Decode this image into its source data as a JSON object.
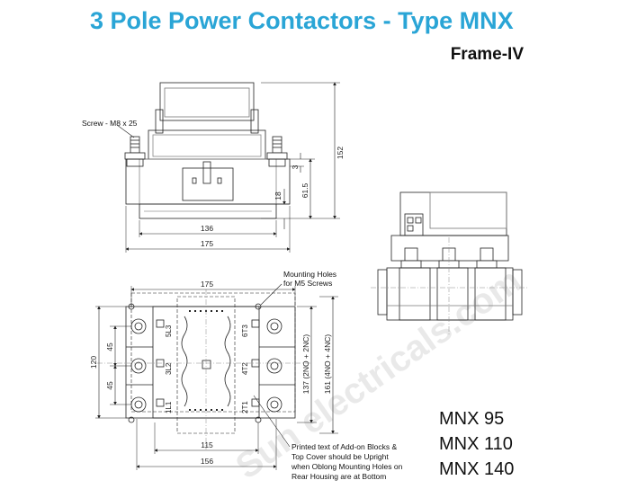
{
  "title": "3 Pole Power Contactors - Type MNX",
  "subtitle": "Frame-IV",
  "models": [
    "MNX 95",
    "MNX 110",
    "MNX 140"
  ],
  "watermark": "Sun electricals.com",
  "side_view": {
    "screw_label": "Screw - M8 x 25",
    "dim_height": "152",
    "dim_mid": "61.5",
    "dim_small": "3",
    "dim_base": "18",
    "dim_inner_width": "136",
    "dim_outer_width": "175"
  },
  "top_view": {
    "mounting_label_1": "Mounting Holes",
    "mounting_label_2": "for M5 Screws",
    "dim_top_width": "175",
    "dim_pitch_1": "45",
    "dim_pitch_2": "45",
    "dim_total_height": "120",
    "dim_2no": "137 (2NO + 2NC)",
    "dim_4no": "161 (4NO + 4NC)",
    "dim_bottom_inner": "115",
    "dim_bottom_outer": "156",
    "terminals_left": [
      "5L3",
      "3L2",
      "1L1"
    ],
    "terminals_right": [
      "6T3",
      "4T2",
      "2T1"
    ],
    "note_lines": [
      "Printed text of Add-on Blocks &",
      "Top Cover should be Upright",
      "when Oblong Mounting Holes on",
      "Rear Housing are at Bottom"
    ]
  }
}
